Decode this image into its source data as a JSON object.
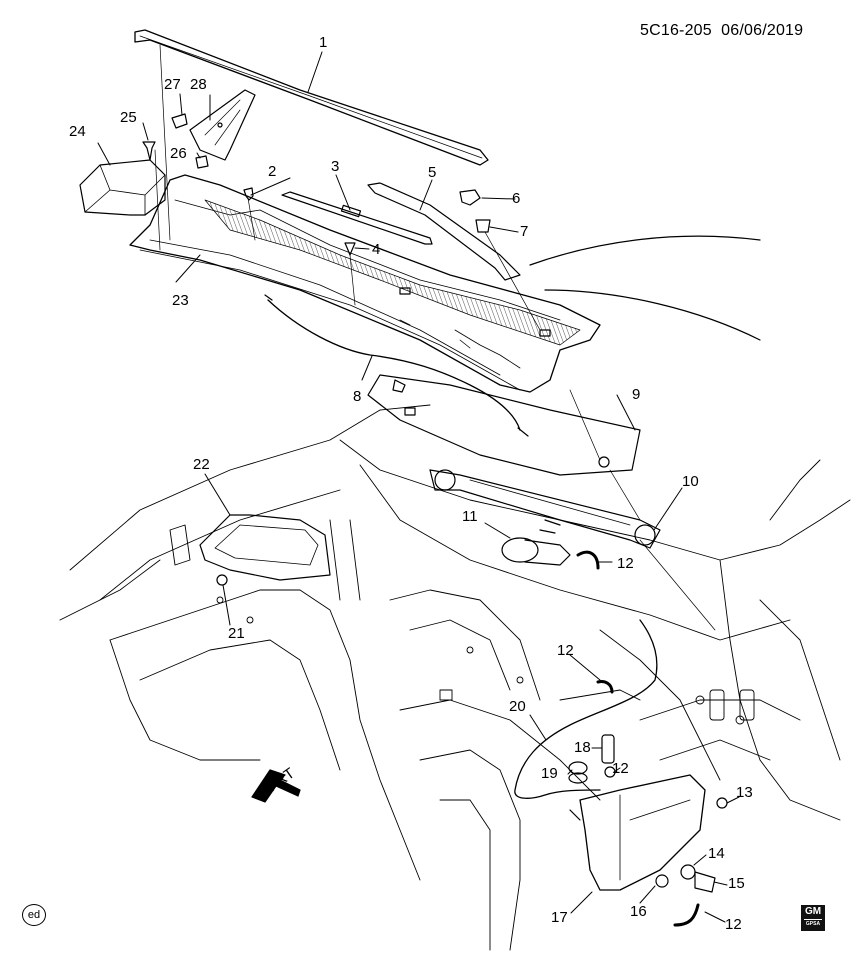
{
  "header": {
    "code": "5C16-205",
    "date": "06/06/2019"
  },
  "badge_left": "ed",
  "logo": {
    "text": "GM",
    "sub": "GPSA"
  },
  "front_arrow_label": "FRT",
  "callouts": [
    "1",
    "2",
    "3",
    "4",
    "5",
    "6",
    "7",
    "8",
    "9",
    "10",
    "11",
    "12",
    "12",
    "12",
    "12",
    "13",
    "14",
    "15",
    "16",
    "17",
    "18",
    "19",
    "20",
    "21",
    "22",
    "23",
    "24",
    "25",
    "26",
    "27",
    "28",
    "29"
  ],
  "colors": {
    "line": "#000000",
    "background": "#ffffff",
    "hatch": "#555555"
  }
}
